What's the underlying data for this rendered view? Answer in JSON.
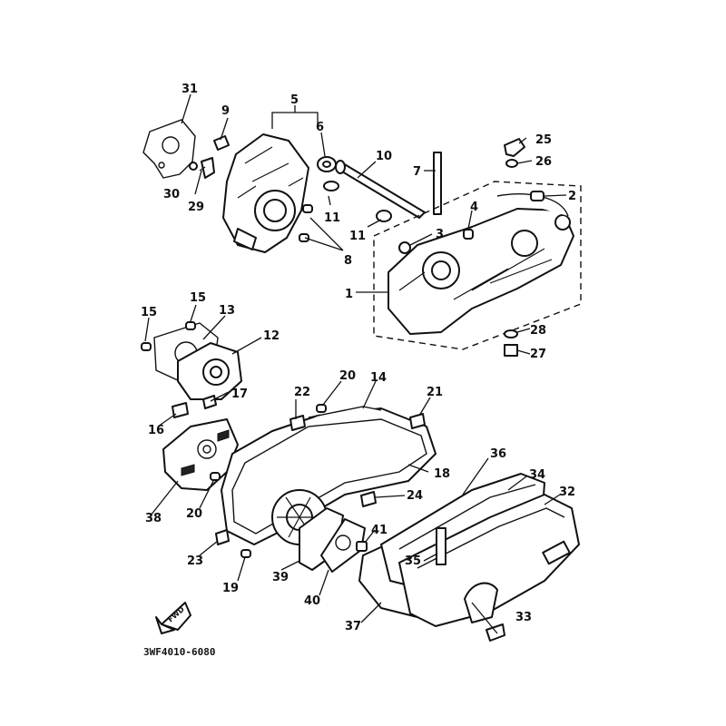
{
  "diagram": {
    "labels": {
      "1": "1",
      "2": "2",
      "3": "3",
      "4": "4",
      "5": "5",
      "6": "6",
      "7": "7",
      "8": "8",
      "9": "9",
      "10": "10",
      "11a": "11",
      "11b": "11",
      "12": "12",
      "13": "13",
      "14": "14",
      "15a": "15",
      "15b": "15",
      "16": "16",
      "17": "17",
      "18": "18",
      "19": "19",
      "20a": "20",
      "20b": "20",
      "21": "21",
      "22": "22",
      "23": "23",
      "24": "24",
      "25": "25",
      "26": "26",
      "27": "27",
      "28": "28",
      "29": "29",
      "30": "30",
      "31": "31",
      "32": "32",
      "33": "33",
      "34": "34",
      "35": "35",
      "36": "36",
      "37": "37",
      "38": "38",
      "39": "39",
      "40": "40",
      "41": "41"
    },
    "fwd_label": "FWD",
    "catalog_code": "3WF4010-6080"
  }
}
